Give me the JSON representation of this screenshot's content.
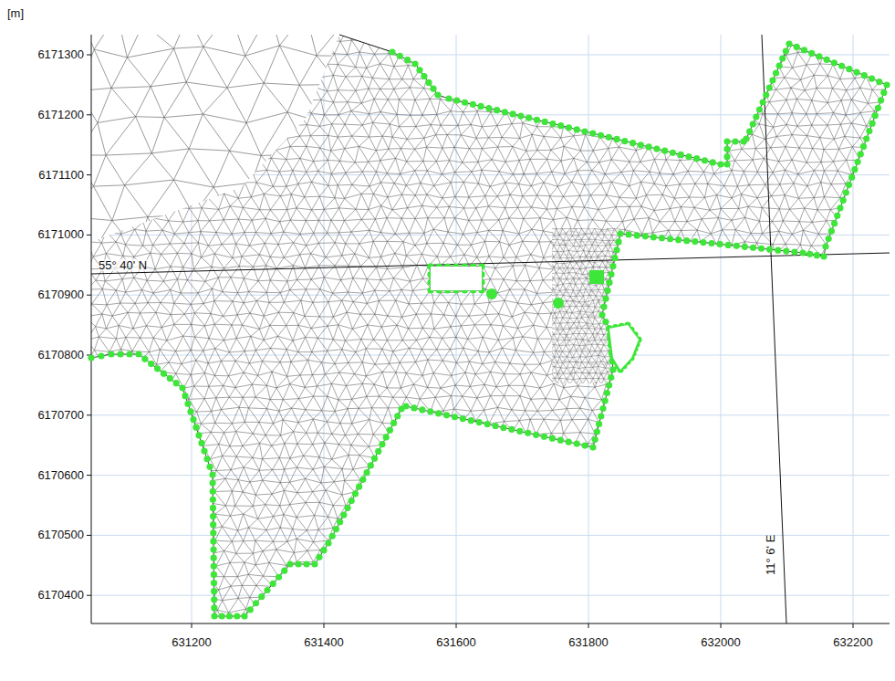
{
  "diagram": {
    "labels": [
      "[m]",
      "6171300",
      "6171200",
      "6171100",
      "6171000",
      "6170900",
      "6170800",
      "6170700",
      "6170600",
      "6170500",
      "6170400",
      "631200",
      "631400",
      "631600",
      "631800",
      "632000",
      "632200",
      "55° 40' N",
      "11° 6' E"
    ]
  }
}
